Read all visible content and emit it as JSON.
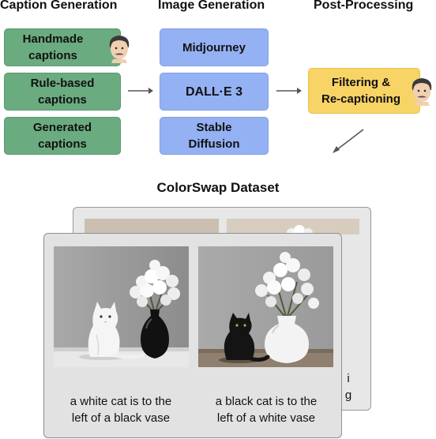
{
  "columns": {
    "caption_generation": "Caption Generation",
    "image_generation": "Image Generation",
    "post_processing": "Post-Processing"
  },
  "caption_boxes": {
    "handmade": [
      "Handmade",
      "captions"
    ],
    "rule_based": [
      "Rule-based",
      "captions"
    ],
    "generated": [
      "Generated",
      "captions"
    ]
  },
  "image_boxes": {
    "midjourney": "Midjourney",
    "dalle": "DALL·E 3",
    "stable_diffusion": [
      "Stable",
      "Diffusion"
    ]
  },
  "post_box": [
    "Filtering &",
    "Re-captioning"
  ],
  "dataset_title": "ColorSwap Dataset",
  "front_card": {
    "left_caption": [
      "a white cat is to the",
      "left of a black vase"
    ],
    "right_caption": [
      "a black cat is to the",
      "left of a white vase"
    ]
  },
  "back_card": {
    "caption_fragment": [
      "i",
      "g"
    ]
  },
  "icons": {
    "person_face": "man-face-icon",
    "arrow": "arrow-icon"
  },
  "colors": {
    "green": "#6bab80",
    "blue": "#94b1f3",
    "yellow": "#f8d366",
    "card_bg": "#e2e2e2"
  }
}
